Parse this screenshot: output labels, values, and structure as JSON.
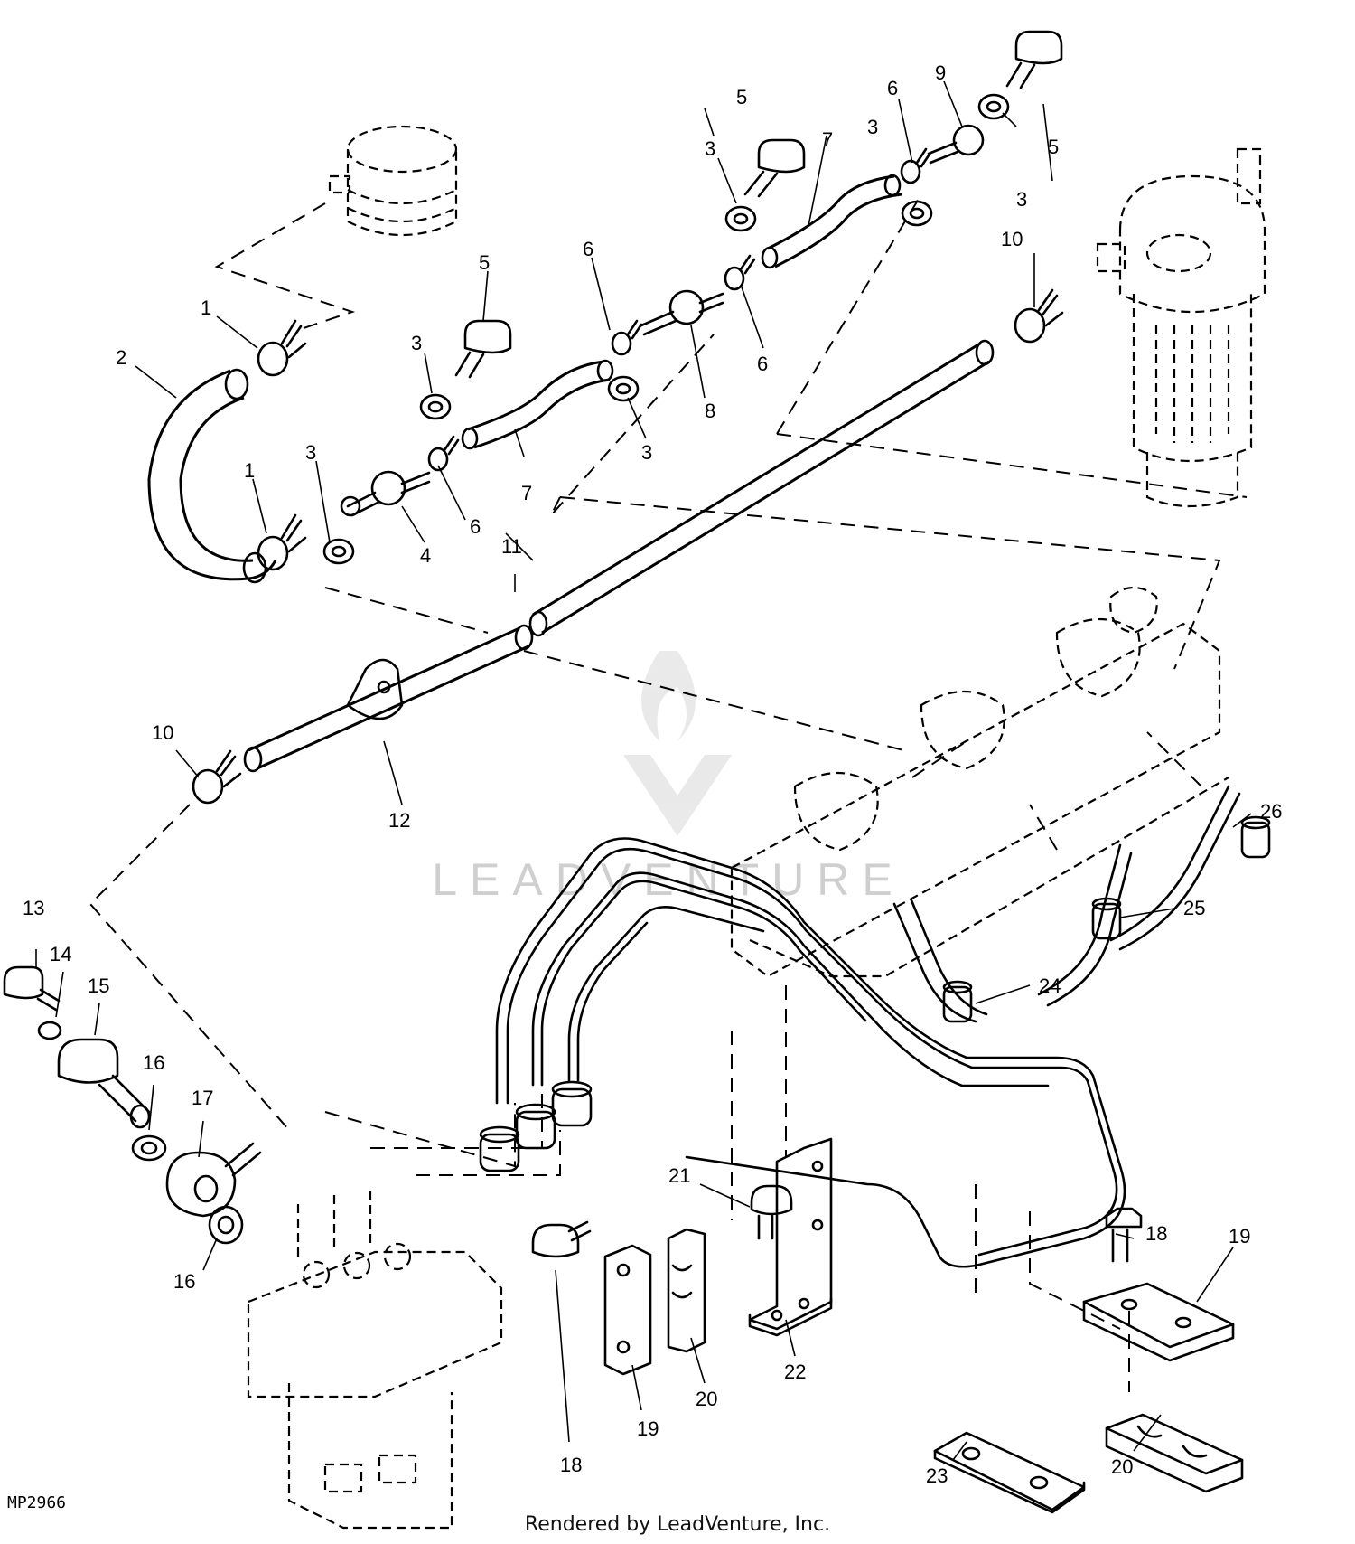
{
  "diagram": {
    "code": "MP2966",
    "credit": "Rendered by LeadVenture, Inc.",
    "watermark_text": "LEADVENTURE",
    "callouts": [
      {
        "id": "c1a",
        "label": "1"
      },
      {
        "id": "c1b",
        "label": "1"
      },
      {
        "id": "c2",
        "label": "2"
      },
      {
        "id": "c3a",
        "label": "3"
      },
      {
        "id": "c3b",
        "label": "3"
      },
      {
        "id": "c3c",
        "label": "3"
      },
      {
        "id": "c3d",
        "label": "3"
      },
      {
        "id": "c3e",
        "label": "3"
      },
      {
        "id": "c3f",
        "label": "3"
      },
      {
        "id": "c4",
        "label": "4"
      },
      {
        "id": "c5a",
        "label": "5"
      },
      {
        "id": "c5b",
        "label": "5"
      },
      {
        "id": "c5c",
        "label": "5"
      },
      {
        "id": "c6a",
        "label": "6"
      },
      {
        "id": "c6b",
        "label": "6"
      },
      {
        "id": "c6c",
        "label": "6"
      },
      {
        "id": "c6d",
        "label": "6"
      },
      {
        "id": "c7a",
        "label": "7"
      },
      {
        "id": "c7b",
        "label": "7"
      },
      {
        "id": "c8",
        "label": "8"
      },
      {
        "id": "c9",
        "label": "9"
      },
      {
        "id": "c10a",
        "label": "10"
      },
      {
        "id": "c10b",
        "label": "10"
      },
      {
        "id": "c11",
        "label": "11"
      },
      {
        "id": "c12",
        "label": "12"
      },
      {
        "id": "c13",
        "label": "13"
      },
      {
        "id": "c14",
        "label": "14"
      },
      {
        "id": "c15",
        "label": "15"
      },
      {
        "id": "c16a",
        "label": "16"
      },
      {
        "id": "c16b",
        "label": "16"
      },
      {
        "id": "c17",
        "label": "17"
      },
      {
        "id": "c18a",
        "label": "18"
      },
      {
        "id": "c18b",
        "label": "18"
      },
      {
        "id": "c19a",
        "label": "19"
      },
      {
        "id": "c19b",
        "label": "19"
      },
      {
        "id": "c20a",
        "label": "20"
      },
      {
        "id": "c20b",
        "label": "20"
      },
      {
        "id": "c21",
        "label": "21"
      },
      {
        "id": "c22",
        "label": "22"
      },
      {
        "id": "c23",
        "label": "23"
      },
      {
        "id": "c24",
        "label": "24"
      },
      {
        "id": "c25",
        "label": "25"
      },
      {
        "id": "c26",
        "label": "26"
      }
    ]
  }
}
